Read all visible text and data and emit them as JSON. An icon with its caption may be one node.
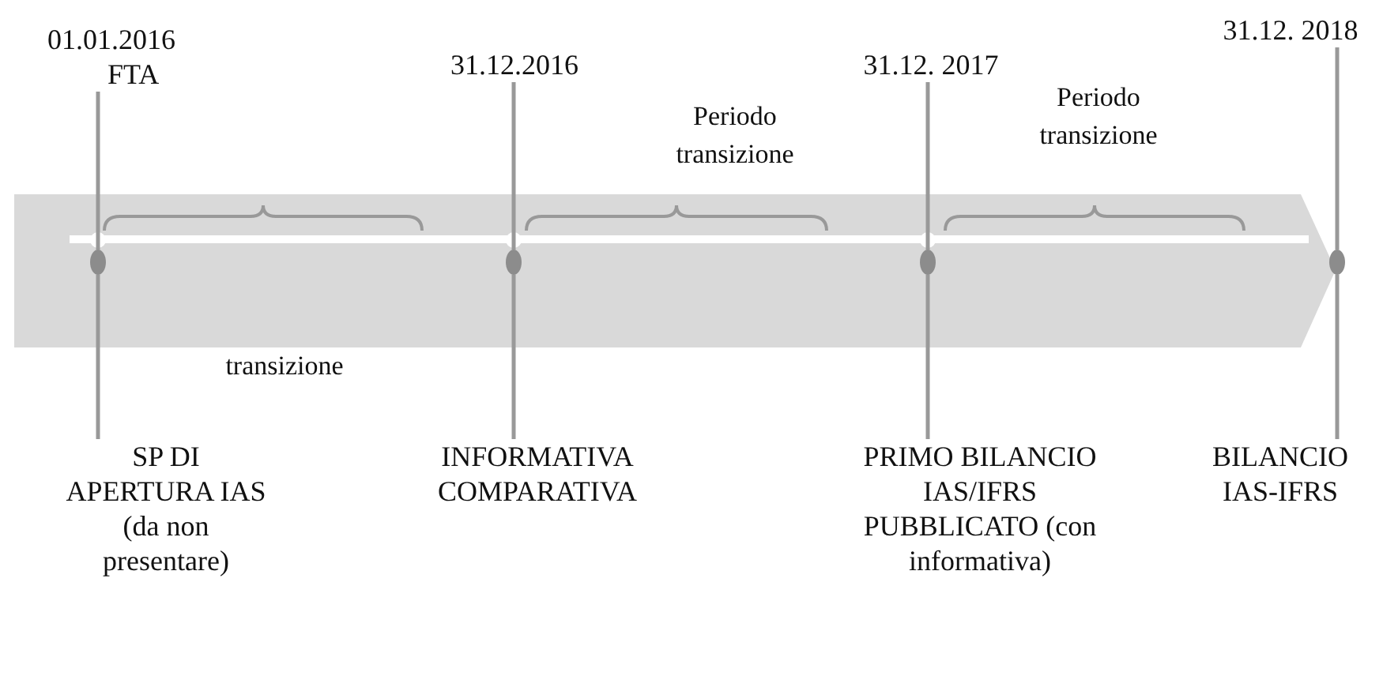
{
  "diagram": {
    "nodes": [
      {
        "text": [
          "01.01.2016",
          "FTA"
        ]
      },
      {
        "text": [
          "31.12.2016"
        ]
      },
      {
        "text": [
          "31.12. 2017"
        ]
      },
      {
        "text": [
          "31.12. 2018"
        ]
      },
      {
        "text": [],
        "shape": "circle"
      },
      {
        "text": [],
        "shape": "circle"
      },
      {
        "text": [],
        "shape": "circle"
      },
      {
        "text": [],
        "shape": "circle"
      },
      {
        "text": [
          "SP DI APERTURA IAS (da non presentare)"
        ]
      },
      {
        "text": [
          "INFORMATIVA COMPARATIVA"
        ]
      },
      {
        "text": [
          "PRIMO BILANCIO IAS/IFRS PUBBLICATO (con informativa)"
        ]
      },
      {
        "text": [
          "BILANCIO IAS-IFRS"
        ]
      }
    ],
    "edges": [
      {
        "from": 0,
        "to": 4,
        "arrow": "none"
      },
      {
        "from": 1,
        "to": 5,
        "arrow": "none"
      },
      {
        "from": 2,
        "to": 6,
        "arrow": "none"
      },
      {
        "from": 3,
        "to": 7,
        "arrow": "none"
      },
      {
        "from": 4,
        "to": 8,
        "arrow": "none"
      },
      {
        "from": 5,
        "to": 9,
        "arrow": "none"
      },
      {
        "from": 6,
        "to": 10,
        "arrow": "none"
      },
      {
        "from": 7,
        "to": 11,
        "arrow": "none"
      }
    ],
    "labels": [
      "Periodo transizione",
      "Periodo transizione",
      "transizione"
    ]
  }
}
